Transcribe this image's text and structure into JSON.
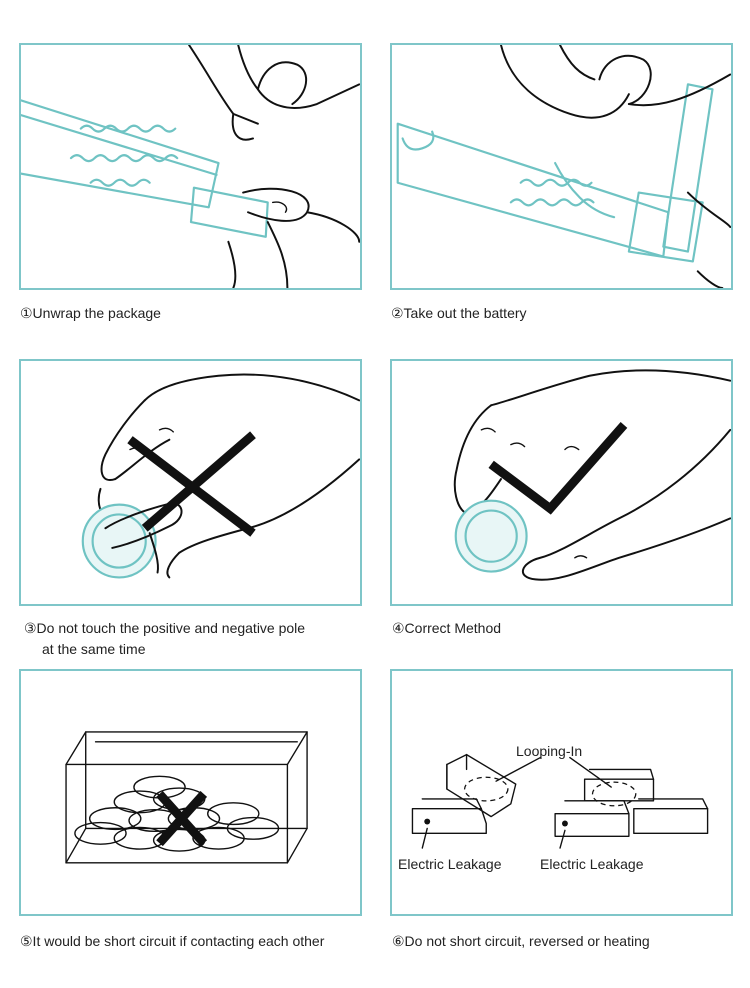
{
  "steps": [
    {
      "caption": "①Unwrap the package"
    },
    {
      "caption": "②Take out the battery"
    },
    {
      "caption_line1": "③Do not touch the positive and negative pole",
      "caption_line2": "at the same time"
    },
    {
      "caption": "④Correct Method"
    },
    {
      "caption": "⑤It would be short circuit if contacting each other"
    },
    {
      "caption": "⑥Do not short circuit, reversed or heating"
    }
  ],
  "annotations": {
    "looping_in": "Looping-In",
    "electric_leakage_left": "Electric Leakage",
    "electric_leakage_right": "Electric Leakage"
  },
  "colors": {
    "panel_border": "#7fc6c9",
    "battery_outline": "#6fc3c3",
    "ink": "#111111"
  }
}
